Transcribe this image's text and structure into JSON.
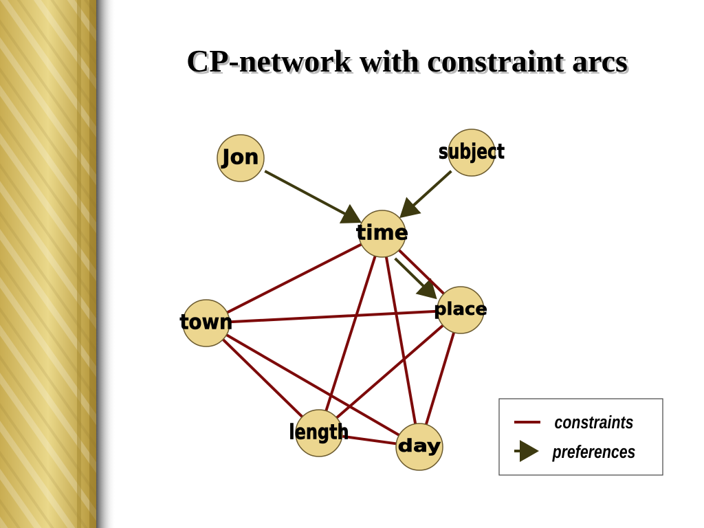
{
  "slide": {
    "title": "CP-network with constraint arcs"
  },
  "colors": {
    "node_fill": "#ecd68f",
    "node_stroke": "#6b5a2e",
    "constraint": "#7d0a0a",
    "preference": "#3d3a10",
    "legend_border": "#444444",
    "pillar_base": "#d8c169"
  },
  "diagram": {
    "nodes": [
      {
        "id": "jon",
        "label": "Jon"
      },
      {
        "id": "subject",
        "label": "subject"
      },
      {
        "id": "time",
        "label": "time"
      },
      {
        "id": "town",
        "label": "town"
      },
      {
        "id": "place",
        "label": "place"
      },
      {
        "id": "length",
        "label": "length"
      },
      {
        "id": "day",
        "label": "day"
      }
    ],
    "edges": [
      {
        "from": "jon",
        "to": "time",
        "type": "preference"
      },
      {
        "from": "subject",
        "to": "time",
        "type": "preference"
      },
      {
        "from": "time",
        "to": "place",
        "type": "preference"
      },
      {
        "from": "time",
        "to": "town",
        "type": "constraint"
      },
      {
        "from": "time",
        "to": "place",
        "type": "constraint"
      },
      {
        "from": "time",
        "to": "length",
        "type": "constraint"
      },
      {
        "from": "time",
        "to": "day",
        "type": "constraint"
      },
      {
        "from": "town",
        "to": "place",
        "type": "constraint"
      },
      {
        "from": "town",
        "to": "length",
        "type": "constraint"
      },
      {
        "from": "town",
        "to": "day",
        "type": "constraint"
      },
      {
        "from": "place",
        "to": "length",
        "type": "constraint"
      },
      {
        "from": "place",
        "to": "day",
        "type": "constraint"
      },
      {
        "from": "length",
        "to": "day",
        "type": "constraint"
      }
    ]
  },
  "legend": {
    "items": [
      {
        "type": "constraint",
        "label": "constraints"
      },
      {
        "type": "preference",
        "label": "preferences"
      }
    ]
  }
}
